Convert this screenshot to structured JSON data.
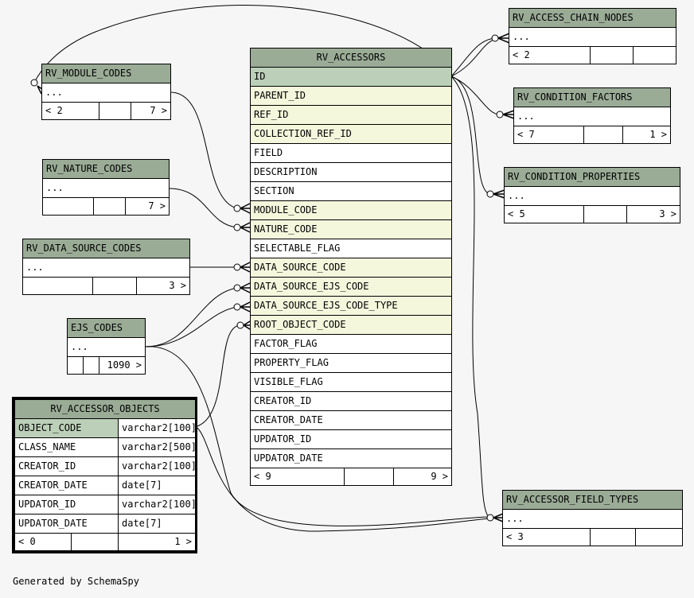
{
  "footer": "Generated by SchemaSpy",
  "colors": {
    "header": "#9aab96",
    "primary_key": "#bccfb8",
    "foreign_key": "#f4f7dc"
  },
  "tables": {
    "rv_accessors": {
      "name": "RV_ACCESSORS",
      "columns": [
        "ID",
        "PARENT_ID",
        "REF_ID",
        "COLLECTION_REF_ID",
        "FIELD",
        "DESCRIPTION",
        "SECTION",
        "MODULE_CODE",
        "NATURE_CODE",
        "SELECTABLE_FLAG",
        "DATA_SOURCE_CODE",
        "DATA_SOURCE_EJS_CODE",
        "DATA_SOURCE_EJS_CODE_TYPE",
        "ROOT_OBJECT_CODE",
        "FACTOR_FLAG",
        "PROPERTY_FLAG",
        "VISIBLE_FLAG",
        "CREATOR_ID",
        "CREATOR_DATE",
        "UPDATOR_ID",
        "UPDATOR_DATE"
      ],
      "footer": [
        "< 9",
        "",
        "9 >"
      ]
    },
    "rv_module_codes": {
      "name": "RV_MODULE_CODES",
      "body": "...",
      "footer": [
        "< 2",
        "",
        "7 >"
      ]
    },
    "rv_nature_codes": {
      "name": "RV_NATURE_CODES",
      "body": "...",
      "footer": [
        "",
        "",
        "7 >"
      ]
    },
    "rv_data_source_codes": {
      "name": "RV_DATA_SOURCE_CODES",
      "body": "...",
      "footer": [
        "",
        "",
        "3 >"
      ]
    },
    "ejs_codes": {
      "name": "EJS_CODES",
      "body": "...",
      "footer": [
        "",
        "",
        "1090 >"
      ]
    },
    "rv_access_chain_nodes": {
      "name": "RV_ACCESS_CHAIN_NODES",
      "body": "...",
      "footer": [
        "< 2",
        "",
        ""
      ]
    },
    "rv_condition_factors": {
      "name": "RV_CONDITION_FACTORS",
      "body": "...",
      "footer": [
        "< 7",
        "",
        "1 >"
      ]
    },
    "rv_condition_properties": {
      "name": "RV_CONDITION_PROPERTIES",
      "body": "...",
      "footer": [
        "< 5",
        "",
        "3 >"
      ]
    },
    "rv_accessor_field_types": {
      "name": "RV_ACCESSOR_FIELD_TYPES",
      "body": "...",
      "footer": [
        "< 3",
        "",
        ""
      ]
    },
    "rv_accessor_objects": {
      "name": "RV_ACCESSOR_OBJECTS",
      "rows": [
        {
          "name": "OBJECT_CODE",
          "type": "varchar2[100]"
        },
        {
          "name": "CLASS_NAME",
          "type": "varchar2[500]"
        },
        {
          "name": "CREATOR_ID",
          "type": "varchar2[100]"
        },
        {
          "name": "CREATOR_DATE",
          "type": "date[7]"
        },
        {
          "name": "UPDATOR_ID",
          "type": "varchar2[100]"
        },
        {
          "name": "UPDATOR_DATE",
          "type": "date[7]"
        }
      ],
      "footer": [
        "< 0",
        "",
        "1 >"
      ]
    }
  }
}
